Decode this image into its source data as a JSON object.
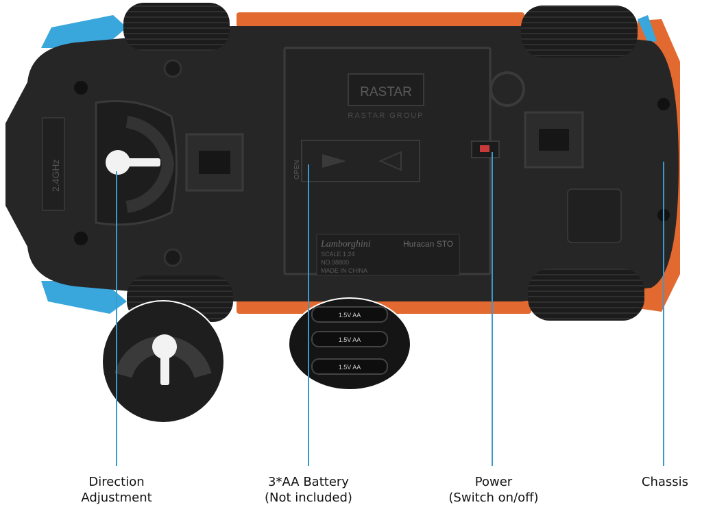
{
  "car": {
    "badge_brand": "RASTAR",
    "badge_group": "RASTAR GROUP",
    "frequency": "2.4GHz",
    "open_mark": "OPEN",
    "model_brand": "Lamborghini",
    "model_name": "Huracan STO",
    "scale": "SCALE 1:24",
    "item_no": "NO.98800",
    "origin": "MADE IN CHINA"
  },
  "battery_inset": {
    "cells": [
      "1.5V AA",
      "1.5V AA",
      "1.5V AA"
    ]
  },
  "callouts": {
    "direction": {
      "line1": "Direction",
      "line2": "Adjustment"
    },
    "battery": {
      "line1": "3*AA Battery",
      "line2": "(Not included)"
    },
    "power": {
      "line1": "Power",
      "line2": "(Switch on/off)"
    },
    "chassis": {
      "line1": "Chassis"
    }
  },
  "colors": {
    "body_orange": "#e2692f",
    "body_blue": "#3aa7dc",
    "chassis": "#262626",
    "callout_line": "#3a9ad0"
  }
}
